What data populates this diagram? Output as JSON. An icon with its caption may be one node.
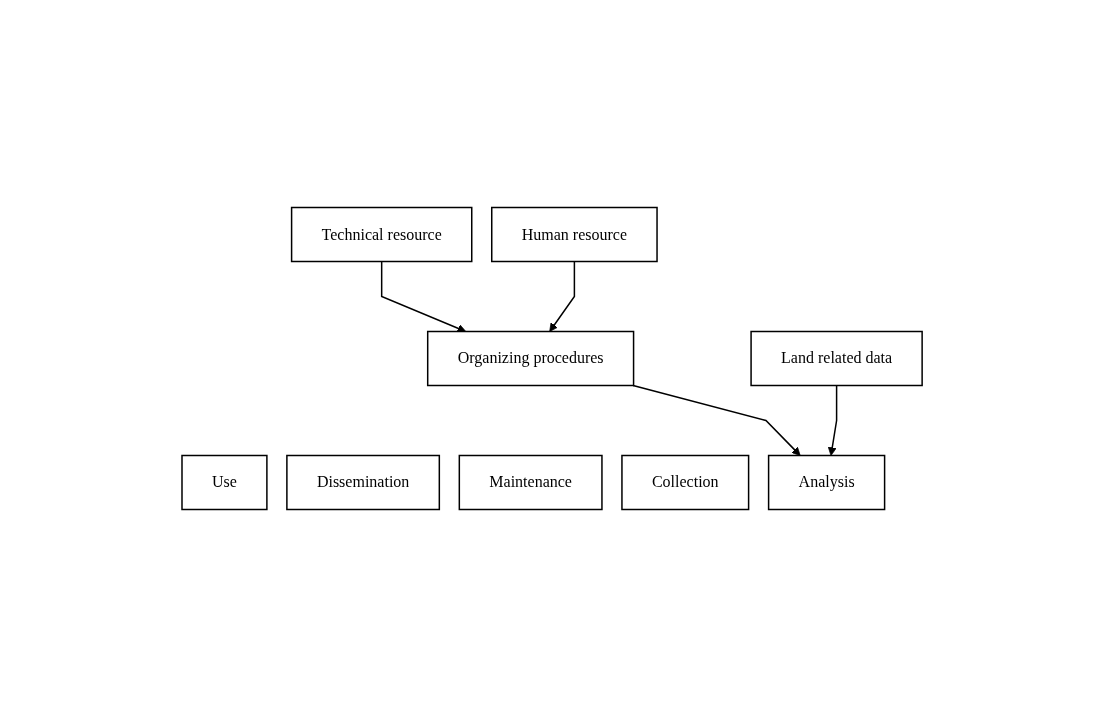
{
  "diagram": {
    "nodes": [
      {
        "text": [
          "Human resource"
        ]
      },
      {
        "text": [
          "Technical resource"
        ]
      },
      {
        "text": [
          "Organizing procedures"
        ]
      },
      {
        "text": [
          "Collection"
        ]
      },
      {
        "text": [
          "Maintenance"
        ]
      },
      {
        "text": [
          "Analysis"
        ]
      },
      {
        "text": [
          "Dissemination"
        ]
      },
      {
        "text": [
          "Use"
        ]
      },
      {
        "text": [
          "Land related data"
        ]
      }
    ],
    "edges": [
      {
        "from": 0,
        "to": 2,
        "arrow": "to"
      },
      {
        "from": 1,
        "to": 2,
        "arrow": "to"
      },
      {
        "from": 2,
        "to": 5,
        "arrow": "to"
      },
      {
        "from": 8,
        "to": 5,
        "arrow": "to"
      }
    ]
  }
}
